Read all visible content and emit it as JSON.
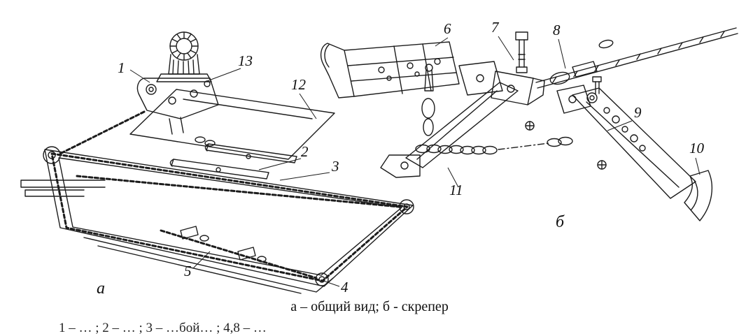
{
  "figure": {
    "caption": "а – общий вид; б - скрепер",
    "legend_fragment": "1 – … ;   2 – … ;   3 – …бой… ;   4,8 – …",
    "marker_a": "а",
    "marker_b": "б"
  },
  "callouts": {
    "c1": "1",
    "c2": "2",
    "c3": "3",
    "c4": "4",
    "c5": "5",
    "c6": "6",
    "c7": "7",
    "c8": "8",
    "c9": "9",
    "c10": "10",
    "c11": "11",
    "c12": "12",
    "c13": "13"
  }
}
